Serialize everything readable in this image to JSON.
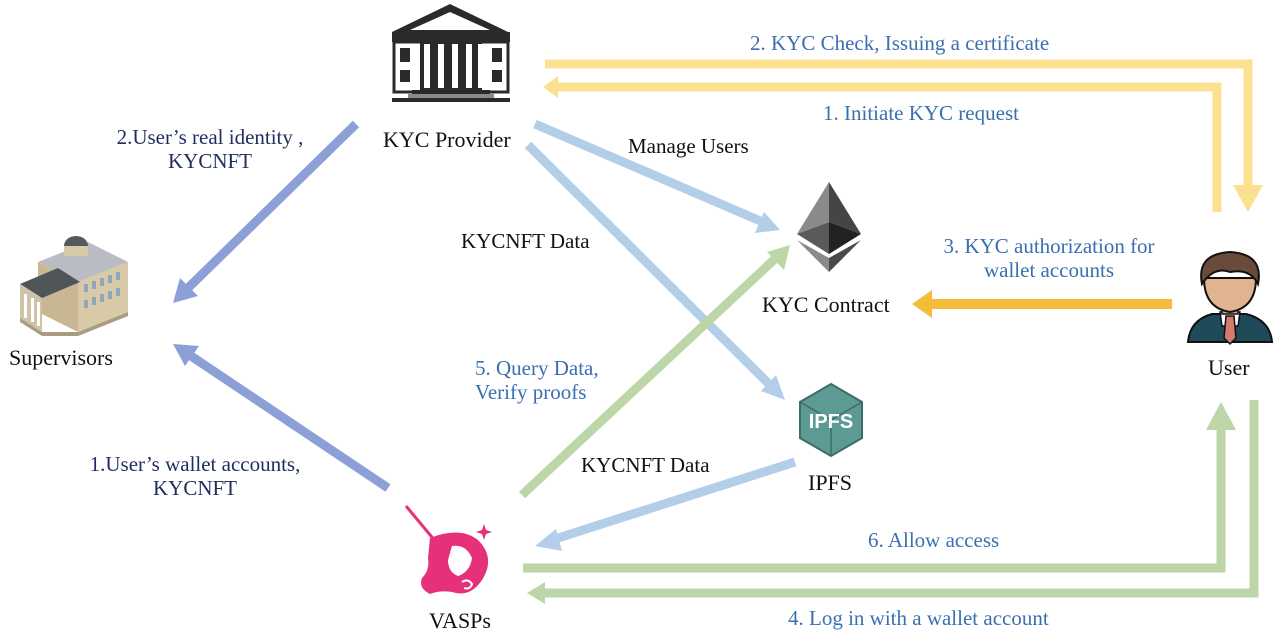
{
  "title": "KYC NFT architecture diagram",
  "colors": {
    "yellow_arrow": "#fbe090",
    "orange_arrow": "#f3bd3a",
    "light_blue_arrow": "#b4cde9",
    "purple_blue_arrow": "#8c9fd6",
    "green_arrow": "#bcd6a8",
    "blue_text": "#3a6fb0",
    "navy_text": "#1f2d5e"
  },
  "nodes": {
    "kyc_provider": {
      "label": "KYC Provider",
      "icon": "bank-building-icon"
    },
    "supervisors": {
      "label": "Supervisors",
      "icon": "government-building-icon"
    },
    "kyc_contract": {
      "label": "KYC Contract",
      "icon": "ethereum-icon"
    },
    "user": {
      "label": "User",
      "icon": "user-avatar-icon"
    },
    "ipfs": {
      "label": "IPFS",
      "icon": "ipfs-cube-icon",
      "icon_text": "IPFS"
    },
    "vasps": {
      "label": "VASPs",
      "icon": "unicorn-icon"
    }
  },
  "edges": {
    "kyc_check": {
      "label": "2. KYC Check, Issuing a certificate",
      "from": "kyc_provider",
      "to": "user"
    },
    "initiate_kyc": {
      "label": "1. Initiate KYC request",
      "from": "user",
      "to": "kyc_provider"
    },
    "real_identity": {
      "line1": "2.User’s real identity ,",
      "line2": "KYCNFT",
      "from": "kyc_provider",
      "to": "supervisors"
    },
    "manage_users": {
      "label": "Manage Users",
      "from": "kyc_provider",
      "to": "kyc_contract"
    },
    "kycnft_data_ipfs": {
      "label": "KYCNFT Data",
      "from": "kyc_provider",
      "to": "ipfs"
    },
    "kyc_authorization": {
      "line1": "3. KYC authorization for",
      "line2": "wallet accounts",
      "from": "user",
      "to": "kyc_contract"
    },
    "query_data": {
      "line1": "5. Query Data,",
      "line2": "Verify proofs",
      "from": "vasps",
      "to": "kyc_contract"
    },
    "wallet_accounts": {
      "line1": "1.User’s wallet accounts,",
      "line2": "KYCNFT",
      "from": "vasps",
      "to": "supervisors"
    },
    "kycnft_data_vasps": {
      "label": "KYCNFT Data",
      "from": "ipfs",
      "to": "vasps"
    },
    "allow_access": {
      "label": "6. Allow access",
      "from": "vasps",
      "to": "user"
    },
    "log_in": {
      "label": "4. Log in with a wallet account",
      "from": "user",
      "to": "vasps"
    }
  }
}
